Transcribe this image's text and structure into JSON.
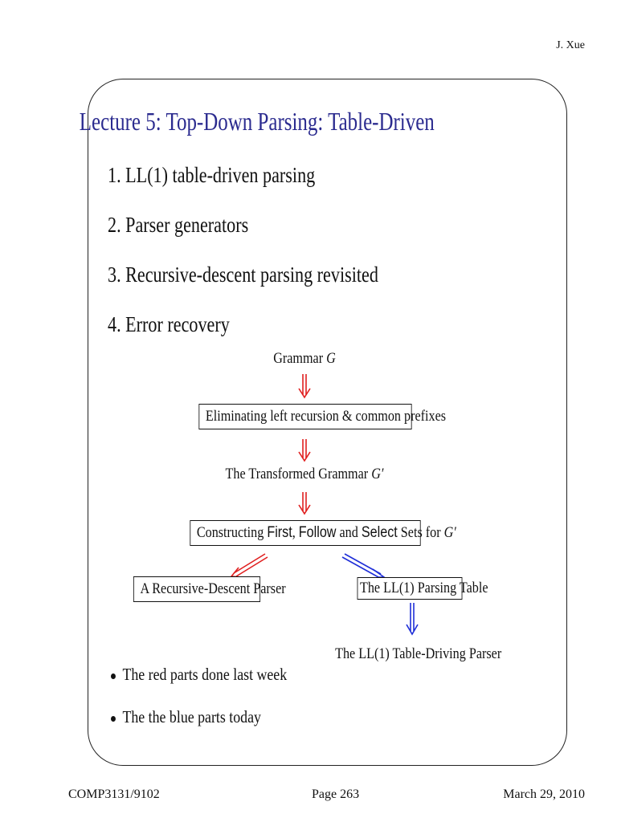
{
  "header": {
    "author": "J. Xue"
  },
  "slide": {
    "title": "Lecture 5: Top-Down Parsing: Table-Driven",
    "items": [
      {
        "num": "1.",
        "text": "LL(1) table-driven parsing"
      },
      {
        "num": "2.",
        "text": "Parser generators"
      },
      {
        "num": "3.",
        "text": "Recursive-descent parsing revisited"
      },
      {
        "num": "4.",
        "text": "Error recovery"
      }
    ],
    "diagram": {
      "grammar_text": "Grammar ",
      "grammar_symbol": "G",
      "step1": "Eliminating left recursion & common prefixes",
      "transformed_text": "The Transformed Grammar ",
      "transformed_symbol": "G′",
      "step2_prefix": "Constructing ",
      "step2_first": "First",
      "step2_sep": ", ",
      "step2_follow": "Follow",
      "step2_and": " and ",
      "step2_select": "Select",
      "step2_suffix": " Sets for ",
      "step2_symbol": "G′",
      "rd_parser": "A Recursive-Descent Parser",
      "ll1_table": "The LL(1) Parsing Table",
      "ll1_parser": "The LL(1) Table-Driving Parser",
      "colors": {
        "red": "#e02020",
        "blue": "#1f2fd8"
      }
    },
    "bullets": [
      "The red parts done last week",
      "The the blue parts today"
    ]
  },
  "footer": {
    "course": "COMP3131/9102",
    "page": "Page 263",
    "date": "March 29, 2010"
  }
}
